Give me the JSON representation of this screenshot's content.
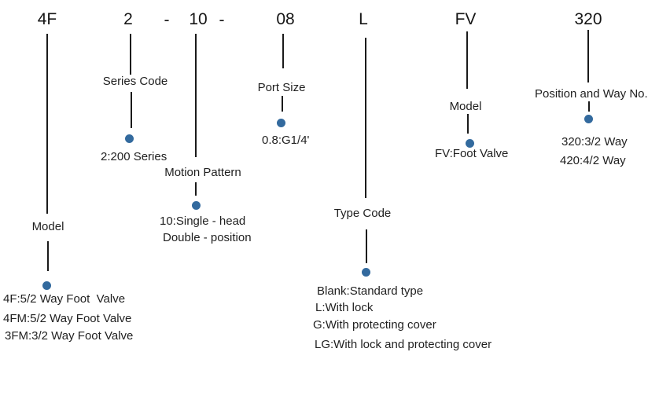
{
  "colors": {
    "dot": "#336a9e",
    "line": "#1a1a1a",
    "text": "#1f1f1f",
    "background": "#ffffff"
  },
  "model_code": {
    "separators": [
      "-",
      "-"
    ],
    "columns": [
      {
        "code": "4F",
        "label": "Model",
        "descriptions": [
          "4F:5/2 Way Foot  Valve",
          "4FM:5/2 Way Foot Valve",
          "3FM:3/2 Way Foot Valve"
        ]
      },
      {
        "code": "2",
        "label": "Series Code",
        "descriptions": [
          "2:200 Series"
        ]
      },
      {
        "code": "10",
        "label": "Motion Pattern",
        "descriptions": [
          "10:Single - head",
          "Double - position"
        ]
      },
      {
        "code": "08",
        "label": "Port Size",
        "descriptions": [
          "0.8:G1/4'"
        ]
      },
      {
        "code": "L",
        "label": "Type Code",
        "descriptions": [
          "Blank:Standard type",
          "L:With lock",
          "G:With protecting cover",
          "LG:With lock and protecting cover"
        ]
      },
      {
        "code": "FV",
        "label": "Model",
        "descriptions": [
          "FV:Foot Valve"
        ]
      },
      {
        "code": "320",
        "label": "Position and Way No.",
        "descriptions": [
          "320:3/2 Way",
          "420:4/2 Way"
        ]
      }
    ]
  }
}
